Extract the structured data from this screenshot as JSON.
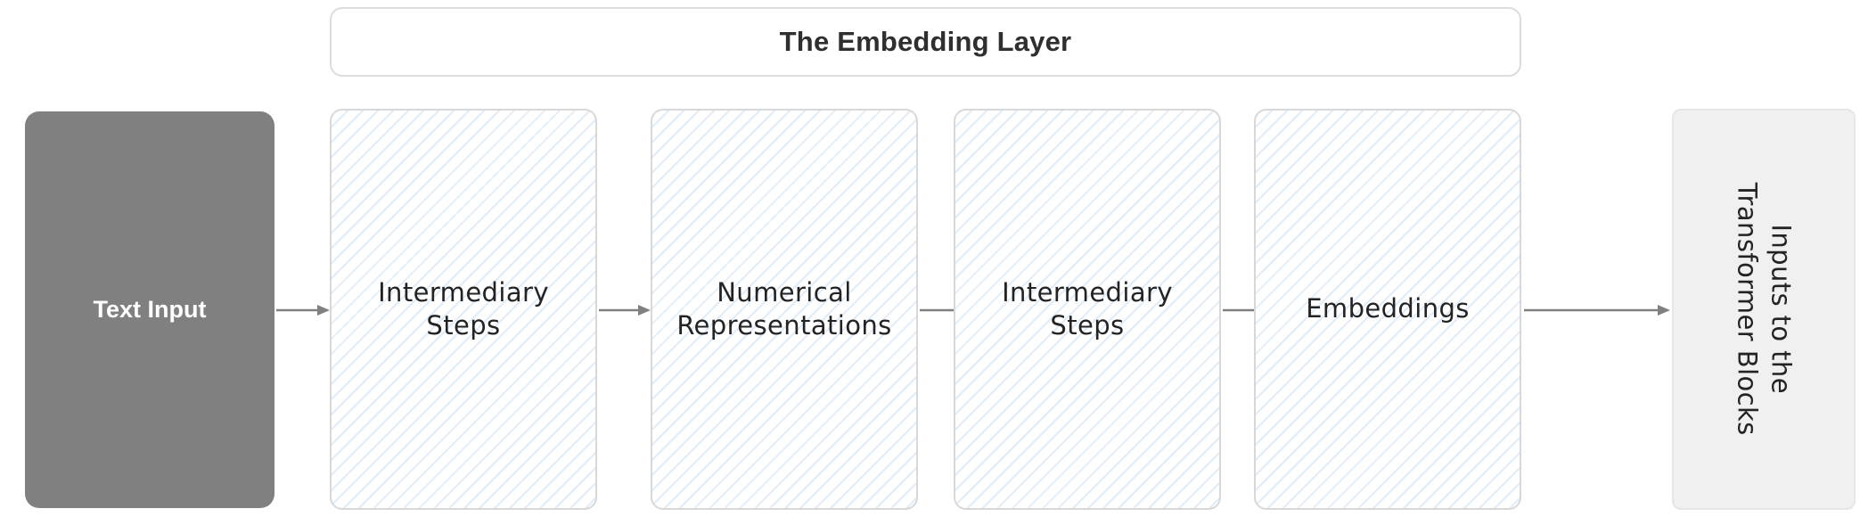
{
  "diagram": {
    "title": "The Embedding Layer",
    "background_color": "#ffffff",
    "accent_color": "#808080",
    "hatch_color": "#d6e7f7",
    "border_color": "#d8d8d8",
    "arrow_color": "#808080",
    "nodes": [
      {
        "id": "text-input",
        "label": "Text Input",
        "kind": "source",
        "fill": "#808080",
        "text_color": "#ffffff"
      },
      {
        "id": "intermediary-steps-1",
        "label": "Intermediary\nSteps",
        "kind": "process",
        "fill": "#ffffff",
        "text_color": "#232323"
      },
      {
        "id": "numerical-representations",
        "label": "Numerical\nRepresentations",
        "kind": "process",
        "fill": "#ffffff",
        "text_color": "#232323"
      },
      {
        "id": "intermediary-steps-2",
        "label": "Intermediary\nSteps",
        "kind": "process",
        "fill": "#ffffff",
        "text_color": "#232323"
      },
      {
        "id": "embeddings",
        "label": "Embeddings",
        "kind": "process",
        "fill": "#ffffff",
        "text_color": "#232323"
      },
      {
        "id": "inputs-to-transformer",
        "label": "Inputs to the\nTransformer Blocks",
        "kind": "sink",
        "fill": "#f0f0f0",
        "text_color": "#232323",
        "rotated": true
      }
    ],
    "edges": [
      {
        "from": "text-input",
        "to": "intermediary-steps-1"
      },
      {
        "from": "intermediary-steps-1",
        "to": "numerical-representations"
      },
      {
        "from": "numerical-representations",
        "to": "intermediary-steps-2"
      },
      {
        "from": "intermediary-steps-2",
        "to": "embeddings"
      },
      {
        "from": "embeddings",
        "to": "inputs-to-transformer"
      }
    ]
  }
}
